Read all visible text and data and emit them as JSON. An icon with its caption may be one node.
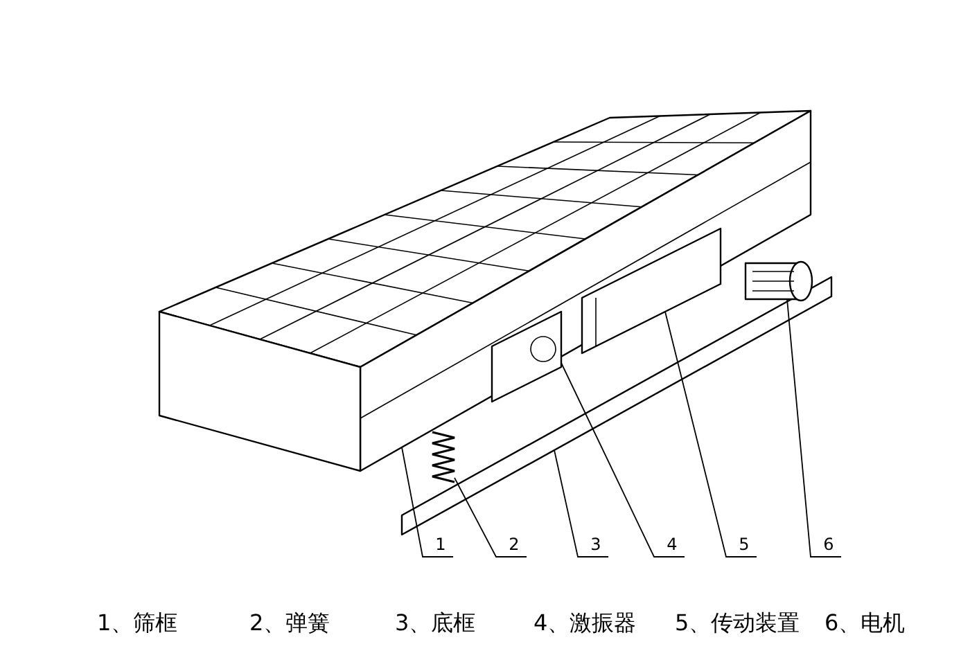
{
  "diagram": {
    "nodes": [
      {
        "text": [
          "1"
        ]
      },
      {
        "text": [
          "2"
        ]
      },
      {
        "text": [
          "3"
        ]
      },
      {
        "text": [
          "4"
        ]
      },
      {
        "text": [
          "5"
        ]
      },
      {
        "text": [
          "6"
        ]
      },
      {
        "text": [],
        "shape": "picture"
      },
      {
        "text": [],
        "shape": "picture"
      },
      {
        "text": [],
        "shape": "picture"
      },
      {
        "text": [],
        "shape": "picture"
      },
      {
        "text": [],
        "shape": "picture"
      },
      {
        "text": [],
        "shape": "picture"
      }
    ],
    "edges": [
      {
        "from": 0,
        "to": 6,
        "arrow": "none"
      },
      {
        "from": 1,
        "to": 7,
        "arrow": "none"
      },
      {
        "from": 2,
        "to": 8,
        "arrow": "none"
      },
      {
        "from": 3,
        "to": 9,
        "arrow": "none"
      },
      {
        "from": 4,
        "to": 10,
        "arrow": "none"
      },
      {
        "from": 5,
        "to": 11,
        "arrow": "none"
      }
    ],
    "labels": [
      "1、筛框",
      "2、弹簧",
      "3、底框",
      "4、激振器",
      "5、传动装置",
      "6、电机"
    ]
  }
}
